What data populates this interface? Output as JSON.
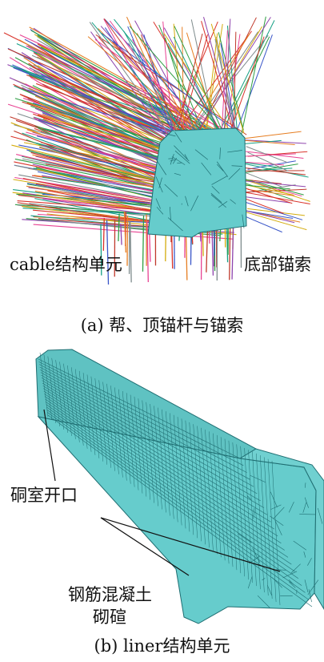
{
  "panel_a": {
    "caption": "(a) 帮、顶锚杆与锚索",
    "label_cable": "cable结构单元",
    "label_bottom_anchor": "底部锚索"
  },
  "panel_b": {
    "caption": "(b) liner结构单元",
    "label_opening": "硐室开口",
    "label_liner_line1": "钢筋混凝土",
    "label_liner_line2": "砌碹"
  },
  "colors": {
    "mesh_fill": "#66cccc",
    "mesh_line": "#1f6e72",
    "cable_colors": [
      "#d9342b",
      "#3a56c8",
      "#2f9e44",
      "#8e44ad",
      "#e67e22",
      "#16a085",
      "#c0392b",
      "#7f8c8d",
      "#d4ac0d",
      "#e84393"
    ]
  }
}
